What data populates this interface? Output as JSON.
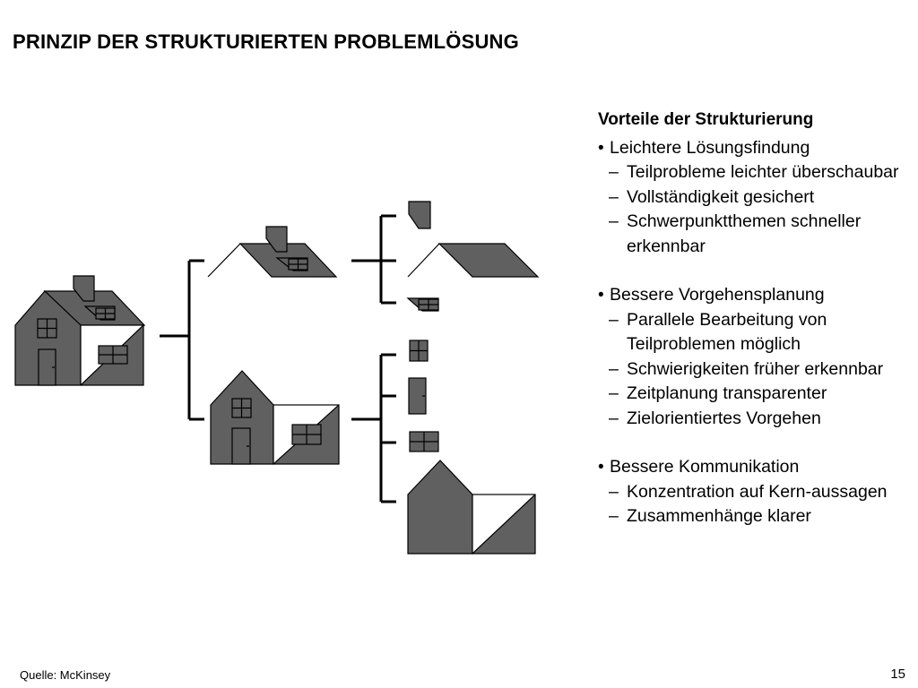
{
  "slide": {
    "title": "PRINZIP DER STRUKTURIERTEN PROBLEMLÖSUNG",
    "source": "Quelle: McKinsey",
    "page_number": "15"
  },
  "colors": {
    "house_fill": "#606060",
    "line": "#000000",
    "background": "#ffffff"
  },
  "benefits": {
    "heading": "Vorteile der Strukturierung",
    "groups": [
      {
        "label": "Leichtere Lösungsfindung",
        "items": [
          "Teilprobleme leichter überschaubar",
          "Vollständigkeit gesichert",
          "Schwerpunktthemen schneller erkennbar"
        ]
      },
      {
        "label": "Bessere Vorgehensplanung",
        "items": [
          "Parallele Bearbeitung von Teilproblemen möglich",
          "Schwierigkeiten früher erkennbar",
          "Zeitplanung transparenter",
          "Zielorientiertes Vorgehen"
        ]
      },
      {
        "label": "Bessere Kommunikation",
        "items": [
          "Konzentration auf Kern-aussagen",
          "Zusammenhänge klarer"
        ]
      }
    ]
  },
  "diagram": {
    "icons": [
      "house-icon",
      "roof-part-icon",
      "house-body-icon",
      "chimney-icon",
      "roof-icon",
      "dormer-icon",
      "window-icon",
      "door-icon",
      "side-window-icon",
      "gable-house-icon"
    ]
  }
}
